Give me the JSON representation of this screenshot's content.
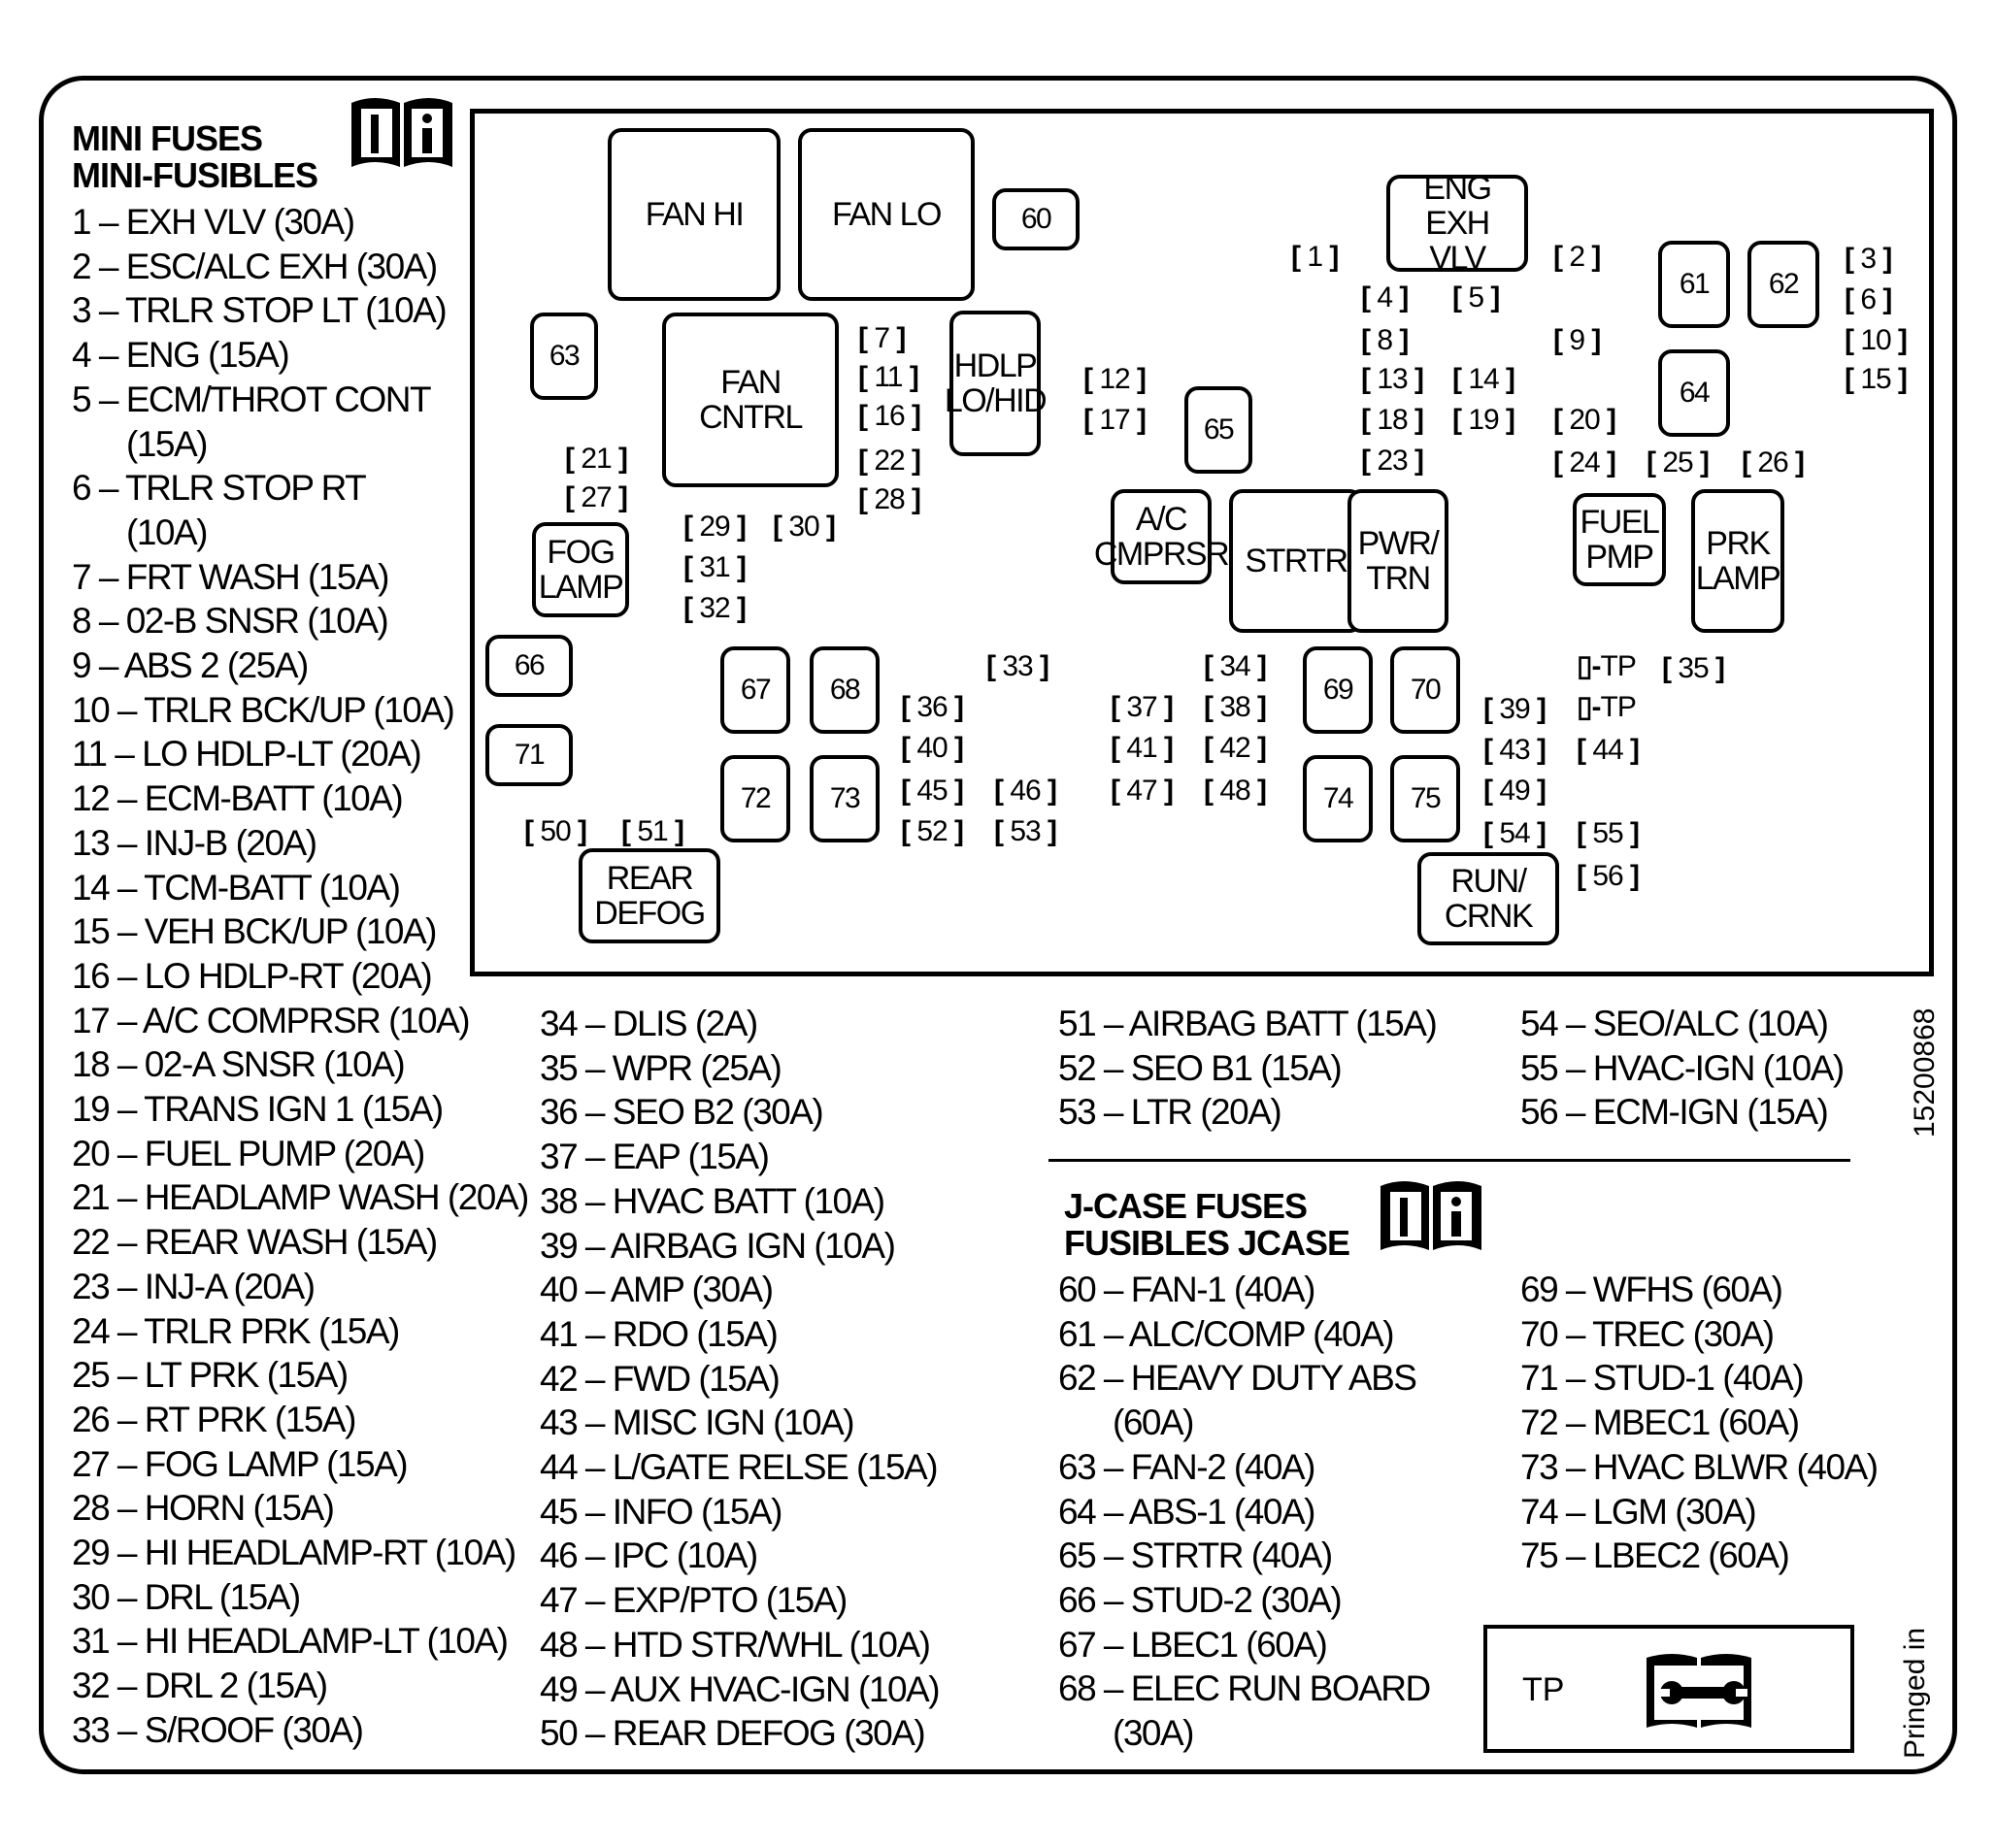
{
  "mini_header": [
    "MINI FUSES",
    "MINI-FUSIBLES"
  ],
  "jcase_header": [
    "J-CASE FUSES",
    "FUSIBLES JCASE"
  ],
  "part_number": "15200868",
  "printed_note": "Pringed in",
  "tp_box": {
    "label": "TP"
  },
  "columns": {
    "col1": [
      {
        "n": "1",
        "d": "EXH VLV (30A)"
      },
      {
        "n": "2",
        "d": "ESC/ALC EXH (30A)"
      },
      {
        "n": "3",
        "d": "TRLR STOP LT (10A)"
      },
      {
        "n": "4",
        "d": "ENG (15A)"
      },
      {
        "n": "5",
        "d": "ECM/THROT CONT"
      },
      {
        "n": "",
        "d": "(15A)"
      },
      {
        "n": "6",
        "d": "TRLR STOP RT"
      },
      {
        "n": "",
        "d": "(10A)"
      },
      {
        "n": "7",
        "d": "FRT WASH (15A)"
      },
      {
        "n": "8",
        "d": "02-B SNSR  (10A)"
      },
      {
        "n": "9",
        "d": "ABS 2 (25A)"
      },
      {
        "n": "10",
        "d": "TRLR BCK/UP (10A)"
      },
      {
        "n": "11",
        "d": "LO HDLP-LT (20A)"
      },
      {
        "n": "12",
        "d": "ECM-BATT (10A)"
      },
      {
        "n": "13",
        "d": "INJ-B (20A)"
      },
      {
        "n": "14",
        "d": "TCM-BATT (10A)"
      },
      {
        "n": "15",
        "d": "VEH BCK/UP (10A)"
      },
      {
        "n": "16",
        "d": "LO HDLP-RT (20A)"
      },
      {
        "n": "17",
        "d": "A/C COMPRSR (10A)"
      },
      {
        "n": "18",
        "d": "02-A SNSR (10A)"
      },
      {
        "n": "19",
        "d": "TRANS IGN 1 (15A)"
      },
      {
        "n": "20",
        "d": "FUEL PUMP (20A)"
      },
      {
        "n": "21",
        "d": "HEADLAMP WASH (20A)"
      },
      {
        "n": "22",
        "d": "REAR WASH (15A)"
      },
      {
        "n": "23",
        "d": "INJ-A (20A)"
      },
      {
        "n": "24",
        "d": "TRLR PRK (15A)"
      },
      {
        "n": "25",
        "d": "LT PRK (15A)"
      },
      {
        "n": "26",
        "d": "RT PRK (15A)"
      },
      {
        "n": "27",
        "d": "FOG LAMP (15A)"
      },
      {
        "n": "28",
        "d": "HORN (15A)"
      },
      {
        "n": "29",
        "d": "HI HEADLAMP-RT (10A)"
      },
      {
        "n": "30",
        "d": "DRL (15A)"
      },
      {
        "n": "31",
        "d": "HI HEADLAMP-LT (10A)"
      },
      {
        "n": "32",
        "d": "DRL 2 (15A)"
      },
      {
        "n": "33",
        "d": "S/ROOF (30A)"
      }
    ],
    "col2": [
      {
        "n": "34",
        "d": "DLIS (2A)"
      },
      {
        "n": "35",
        "d": "WPR (25A)"
      },
      {
        "n": "36",
        "d": "SEO B2 (30A)"
      },
      {
        "n": "37",
        "d": "EAP (15A)"
      },
      {
        "n": "38",
        "d": "HVAC BATT (10A)"
      },
      {
        "n": "39",
        "d": "AIRBAG IGN (10A)"
      },
      {
        "n": "40",
        "d": "AMP (30A)"
      },
      {
        "n": "41",
        "d": "RDO (15A)"
      },
      {
        "n": "42",
        "d": "FWD (15A)"
      },
      {
        "n": "43",
        "d": "MISC IGN (10A)"
      },
      {
        "n": "44",
        "d": "L/GATE RELSE (15A)"
      },
      {
        "n": "45",
        "d": "INFO (15A)"
      },
      {
        "n": "46",
        "d": "IPC (10A)"
      },
      {
        "n": "47",
        "d": "EXP/PTO (15A)"
      },
      {
        "n": "48",
        "d": "HTD STR/WHL (10A)"
      },
      {
        "n": "49",
        "d": "AUX HVAC-IGN (10A)"
      },
      {
        "n": "50",
        "d": "REAR DEFOG (30A)"
      }
    ],
    "col3": [
      {
        "n": "51",
        "d": "AIRBAG BATT (15A)"
      },
      {
        "n": "52",
        "d": "SEO B1 (15A)"
      },
      {
        "n": "53",
        "d": "LTR (20A)"
      }
    ],
    "col4": [
      {
        "n": "54",
        "d": "SEO/ALC (10A)"
      },
      {
        "n": "55",
        "d": "HVAC-IGN (10A)"
      },
      {
        "n": "56",
        "d": "ECM-IGN (15A)"
      }
    ],
    "col3b": [
      {
        "n": "60",
        "d": "FAN-1 (40A)"
      },
      {
        "n": "61",
        "d": "ALC/COMP (40A)"
      },
      {
        "n": "62",
        "d": "HEAVY DUTY ABS"
      },
      {
        "n": "",
        "d": "(60A)"
      },
      {
        "n": "63",
        "d": "FAN-2 (40A)"
      },
      {
        "n": "64",
        "d": "ABS-1 (40A)"
      },
      {
        "n": "65",
        "d": "STRTR (40A)"
      },
      {
        "n": "66",
        "d": "STUD-2 (30A)"
      },
      {
        "n": "67",
        "d": "LBEC1 (60A)"
      },
      {
        "n": "68",
        "d": "ELEC RUN BOARD"
      },
      {
        "n": "",
        "d": "(30A)"
      }
    ],
    "col4b": [
      {
        "n": "69",
        "d": "WFHS (60A)"
      },
      {
        "n": "70",
        "d": "TREC (30A)"
      },
      {
        "n": "71",
        "d": "STUD-1 (40A)"
      },
      {
        "n": "72",
        "d": "MBEC1 (60A)"
      },
      {
        "n": "73",
        "d": "HVAC BLWR (40A)"
      },
      {
        "n": "74",
        "d": "LGM (30A)"
      },
      {
        "n": "75",
        "d": "LBEC2 (60A)"
      }
    ]
  },
  "relays": [
    "FAN HI",
    "FAN LO",
    "FAN CNTRL",
    "HDLP\nLO/HID",
    "FOG\nLAMP",
    "REAR\nDEFOG",
    "ENG EXH\nVLV",
    "A/C\nCMPRSR",
    "STRTR",
    "PWR/\nTRN",
    "FUEL\nPMP",
    "PRK\nLAMP",
    "RUN/\nCRNK"
  ],
  "jcase_labels": [
    "60",
    "61",
    "62",
    "63",
    "64",
    "65",
    "66",
    "67",
    "68",
    "69",
    "70",
    "71",
    "72",
    "73",
    "74",
    "75"
  ],
  "mini_labels": [
    "1",
    "2",
    "3",
    "4",
    "5",
    "6",
    "7",
    "8",
    "9",
    "10",
    "11",
    "12",
    "13",
    "14",
    "15",
    "16",
    "17",
    "18",
    "19",
    "20",
    "21",
    "22",
    "23",
    "24",
    "25",
    "26",
    "27",
    "28",
    "29",
    "30",
    "31",
    "32",
    "33",
    "34",
    "35",
    "36",
    "37",
    "38",
    "39",
    "40",
    "41",
    "42",
    "43",
    "44",
    "45",
    "46",
    "47",
    "48",
    "49",
    "50",
    "51",
    "52",
    "53",
    "54",
    "55",
    "56"
  ],
  "tp_labels": [
    "TP",
    "TP"
  ]
}
